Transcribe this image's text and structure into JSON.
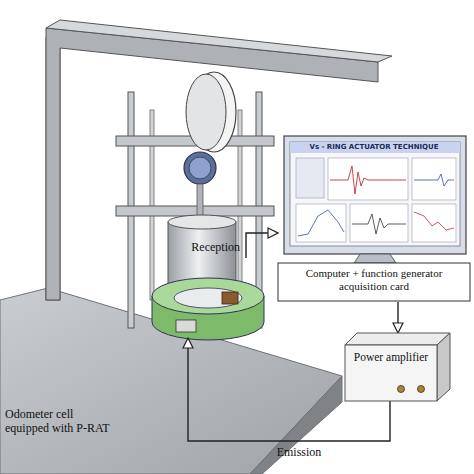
{
  "diagram": {
    "nodes": [
      {
        "text": [
          "Odometer cell equipped with P-RAT"
        ]
      },
      {
        "text": [
          "Vs - RING ACTUATOR TECHNIQUE",
          "Computer + function generator acquisition card"
        ]
      },
      {
        "text": [
          "Power amplifier"
        ]
      }
    ],
    "edges": [
      {
        "from": 0,
        "to": 1,
        "label": "Reception",
        "arrow": "to"
      },
      {
        "from": 1,
        "to": 2,
        "arrow": "to"
      },
      {
        "from": 2,
        "to": 0,
        "label": "Emission",
        "arrow": "to"
      }
    ]
  }
}
